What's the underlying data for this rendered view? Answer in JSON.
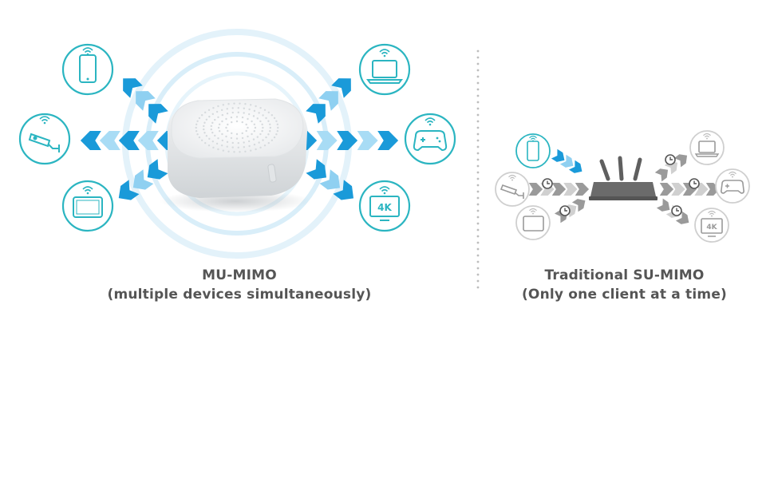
{
  "colors": {
    "teal": "#2bb5c1",
    "blue": "#1a9ad9",
    "light_blue": "#bfe6f8",
    "gray": "#8c8c8c",
    "light_gray": "#d0d0d0",
    "router_dark": "#6b6b6b"
  },
  "mu_mimo": {
    "title": "MU-MIMO",
    "subtitle": "(multiple devices simultaneously)",
    "devices": [
      {
        "icon": "smartphone-icon"
      },
      {
        "icon": "security-camera-icon"
      },
      {
        "icon": "tablet-icon"
      },
      {
        "icon": "laptop-icon"
      },
      {
        "icon": "gamepad-icon"
      },
      {
        "icon": "tv-4k-icon",
        "label": "4K"
      }
    ]
  },
  "su_mimo": {
    "title": "Traditional SU-MIMO",
    "subtitle": "(Only one client at a time)",
    "devices": [
      {
        "icon": "smartphone-icon"
      },
      {
        "icon": "security-camera-icon"
      },
      {
        "icon": "tablet-icon"
      },
      {
        "icon": "laptop-icon"
      },
      {
        "icon": "gamepad-icon"
      },
      {
        "icon": "tv-4k-icon",
        "label": "4K"
      }
    ]
  }
}
